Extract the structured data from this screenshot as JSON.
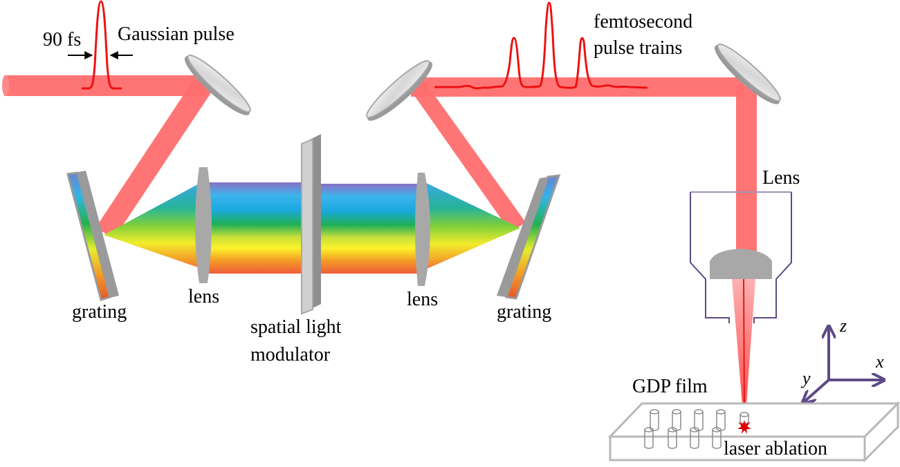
{
  "labels": {
    "pulse_width": "90 fs",
    "gaussian_pulse": "Gaussian pulse",
    "pulse_trains_line1": "femtosecond",
    "pulse_trains_line2": "pulse trains",
    "grating_left": "grating",
    "lens_left": "lens",
    "slm_line1": "spatial light",
    "slm_line2": "modulator",
    "lens_right": "lens",
    "grating_right": "grating",
    "objective_lens": "Lens",
    "film": "GDP film",
    "ablation": "laser ablation"
  },
  "axes": {
    "z": "z",
    "x": "x",
    "y": "y"
  },
  "colors": {
    "beam": "#ff6e6e",
    "pulse": "#ee1111",
    "optic_gray": "#a8a8a8",
    "objective_outline": "#5e4a86",
    "axis": "#5e4a86",
    "film_outline": "#b8b8b8",
    "ablation_spot": "#dd0000"
  }
}
